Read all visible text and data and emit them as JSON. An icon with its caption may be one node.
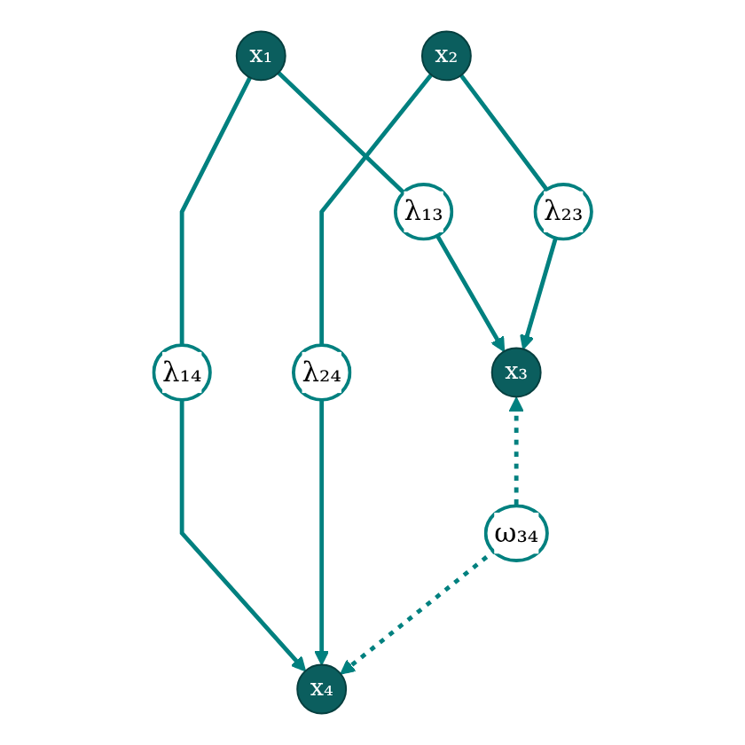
{
  "diagram": {
    "nodes": [
      {
        "text": [
          "x₁"
        ]
      },
      {
        "text": [
          "x₂"
        ]
      },
      {
        "text": [
          "x₃"
        ]
      },
      {
        "text": [
          "x₄"
        ]
      }
    ],
    "edges": [
      {
        "from": 0,
        "to": 2,
        "arrow": "to",
        "label": "λ₁₃"
      },
      {
        "from": 0,
        "to": 3,
        "arrow": "to",
        "label": "λ₁₄"
      },
      {
        "from": 1,
        "to": 2,
        "arrow": "to",
        "label": "λ₂₃"
      },
      {
        "from": 1,
        "to": 3,
        "arrow": "to",
        "label": "λ₂₄"
      },
      {
        "from": 2,
        "to": 3,
        "arrow": "both",
        "label": "ω₃₄",
        "style": "dashed"
      }
    ]
  }
}
